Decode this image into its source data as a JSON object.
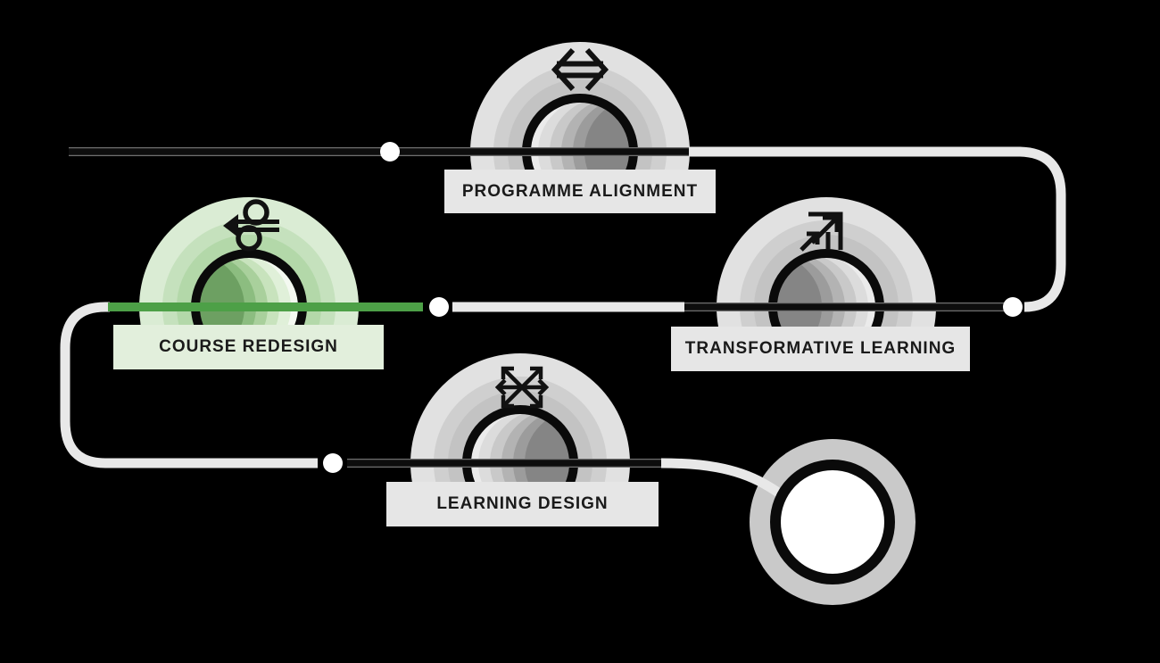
{
  "diagram": {
    "type": "journey-path-diagram",
    "background": "#000000",
    "nodes": [
      {
        "label": "PROGRAMME ALIGNMENT",
        "icon": "double-headed-horizontal-arrow",
        "theme": "gray",
        "highlighted": false
      },
      {
        "label": "COURSE REDESIGN",
        "icon": "left-arrow-through-loops",
        "theme": "green",
        "highlighted": true
      },
      {
        "label": "TRANSFORMATIVE LEARNING",
        "icon": "ascending-growth-arrows",
        "theme": "gray",
        "highlighted": false
      },
      {
        "label": "LEARNING DESIGN",
        "icon": "six-direction-arrows",
        "theme": "gray",
        "highlighted": false
      },
      {
        "label": "",
        "icon": "endpoint-circle",
        "theme": "gray",
        "highlighted": false
      }
    ],
    "colors": {
      "path_light": "#e8e8e8",
      "path_dark": "#0d0d0d",
      "path_green": "#4da047",
      "dot": "#ffffff",
      "gray_dome": "#e1e1e1",
      "gray_dome_mid": "#cfcfcf",
      "gray_dome_inner": "#c3c3c3",
      "green_dome": "#daecd4",
      "green_dome_mid": "#c5e1bd",
      "green_dome_inner": "#b3d8a9",
      "label_gray_bg": "#e6e6e6",
      "label_green_bg": "#e2efdc",
      "label_text": "#1a1a1a",
      "ring_stroke": "#0a0a0a",
      "end_disc": "#c9c9c9",
      "end_inner": "#ffffff"
    }
  }
}
